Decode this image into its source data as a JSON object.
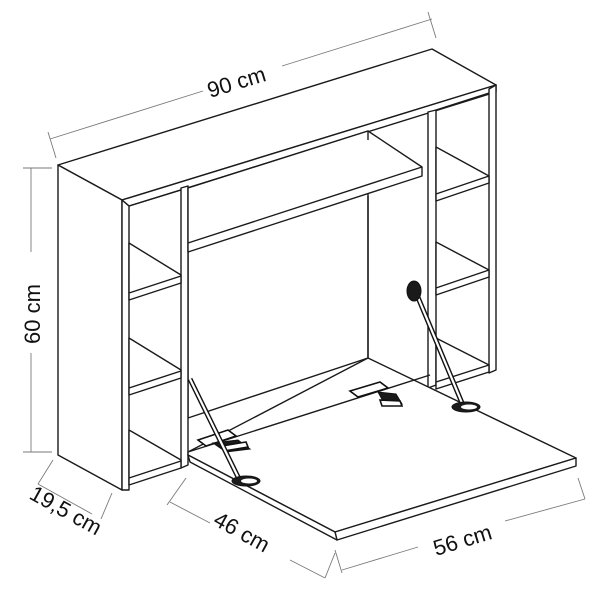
{
  "diagram": {
    "type": "product-dimension-drawing",
    "subject": "wall-mounted fold-down desk with side shelves",
    "dimensions": {
      "width": "90 cm",
      "height": "60 cm",
      "depth": "19,5 cm",
      "desk_width": "46 cm",
      "desk_depth": "56 cm"
    },
    "colors": {
      "line": "#1a1a1a",
      "dimension_line": "#7a7a7a",
      "background": "#ffffff"
    }
  }
}
